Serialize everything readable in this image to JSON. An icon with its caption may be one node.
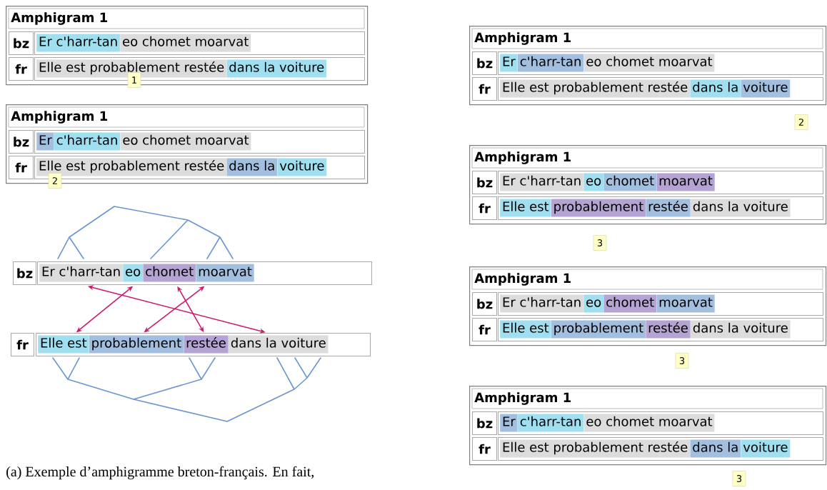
{
  "diagram": {
    "caption": "(a) Exemple d’amphigramme breton-français. En fait,",
    "nodes": [
      {
        "text": [
          "Amphigram 1"
        ]
      },
      {
        "text": [
          "bz"
        ],
        "in": 0
      },
      {
        "text": [],
        "shape": "box",
        "in": 0
      },
      {
        "text": [
          "Er c'harr-tan"
        ],
        "in": 2
      },
      {
        "text": [
          "eo chomet moarvat"
        ],
        "in": 2
      },
      {
        "text": [
          "fr"
        ],
        "in": 0
      },
      {
        "text": [],
        "shape": "box",
        "in": 0
      },
      {
        "text": [
          "Elle est probablement restée"
        ],
        "in": 6
      },
      {
        "text": [
          "dans la voiture"
        ],
        "in": 6
      },
      {
        "text": [
          "1"
        ]
      },
      {
        "text": [
          "Amphigram 1"
        ]
      },
      {
        "text": [
          "bz"
        ],
        "in": 10
      },
      {
        "text": [],
        "shape": "box",
        "in": 10
      },
      {
        "text": [
          "Er"
        ],
        "in": 12
      },
      {
        "text": [
          "c'harr-tan"
        ],
        "in": 12
      },
      {
        "text": [
          "eo chomet moarvat"
        ],
        "in": 12
      },
      {
        "text": [
          "fr"
        ],
        "in": 10
      },
      {
        "text": [],
        "shape": "box",
        "in": 10
      },
      {
        "text": [
          "Elle est probablement restée"
        ],
        "in": 17
      },
      {
        "text": [
          "dans la"
        ],
        "in": 17
      },
      {
        "text": [
          "voiture"
        ],
        "in": 17
      },
      {
        "text": [
          "2"
        ]
      },
      {
        "text": [
          "bz"
        ]
      },
      {
        "text": [],
        "shape": "box"
      },
      {
        "text": [
          "Er c'harr-tan"
        ],
        "in": 23
      },
      {
        "text": [
          "eo"
        ],
        "in": 23
      },
      {
        "text": [
          "chomet"
        ],
        "in": 23
      },
      {
        "text": [
          "moarvat"
        ],
        "in": 23
      },
      {
        "text": [
          "fr"
        ]
      },
      {
        "text": [],
        "shape": "box"
      },
      {
        "text": [
          "Elle est"
        ],
        "in": 29
      },
      {
        "text": [
          "probablement"
        ],
        "in": 29
      },
      {
        "text": [
          "restée"
        ],
        "in": 29
      },
      {
        "text": [
          "dans la voiture"
        ],
        "in": 29
      },
      {
        "text": [
          "Amphigram 1"
        ]
      },
      {
        "text": [
          "bz"
        ],
        "in": 34
      },
      {
        "text": [],
        "shape": "box",
        "in": 34
      },
      {
        "text": [
          "Er"
        ],
        "in": 36
      },
      {
        "text": [
          "c'harr-tan"
        ],
        "in": 36
      },
      {
        "text": [
          "eo chomet moarvat"
        ],
        "in": 36
      },
      {
        "text": [
          "fr"
        ],
        "in": 34
      },
      {
        "text": [],
        "shape": "box",
        "in": 34
      },
      {
        "text": [
          "Elle est probablement restée"
        ],
        "in": 41
      },
      {
        "text": [
          "dans la"
        ],
        "in": 41
      },
      {
        "text": [
          "voiture"
        ],
        "in": 41
      },
      {
        "text": [
          "2"
        ]
      },
      {
        "text": [
          "Amphigram 1"
        ]
      },
      {
        "text": [
          "bz"
        ],
        "in": 46
      },
      {
        "text": [],
        "shape": "box",
        "in": 46
      },
      {
        "text": [
          "Er c'harr-tan"
        ],
        "in": 48
      },
      {
        "text": [
          "eo"
        ],
        "in": 48
      },
      {
        "text": [
          "chomet"
        ],
        "in": 48
      },
      {
        "text": [
          "moarvat"
        ],
        "in": 48
      },
      {
        "text": [
          "fr"
        ],
        "in": 46
      },
      {
        "text": [],
        "shape": "box",
        "in": 46
      },
      {
        "text": [
          "Elle est"
        ],
        "in": 54
      },
      {
        "text": [
          "probablement"
        ],
        "in": 54
      },
      {
        "text": [
          "restée"
        ],
        "in": 54
      },
      {
        "text": [
          "dans la voiture"
        ],
        "in": 54
      },
      {
        "text": [
          "3"
        ]
      },
      {
        "text": [
          "Amphigram 1"
        ]
      },
      {
        "text": [
          "bz"
        ],
        "in": 60
      },
      {
        "text": [],
        "shape": "box",
        "in": 60
      },
      {
        "text": [
          "Er c'harr-tan"
        ],
        "in": 62
      },
      {
        "text": [
          "eo"
        ],
        "in": 62
      },
      {
        "text": [
          "chomet"
        ],
        "in": 62
      },
      {
        "text": [
          "moarvat"
        ],
        "in": 62
      },
      {
        "text": [
          "fr"
        ],
        "in": 60
      },
      {
        "text": [],
        "shape": "box",
        "in": 60
      },
      {
        "text": [
          "Elle est"
        ],
        "in": 68
      },
      {
        "text": [
          "probablement"
        ],
        "in": 68
      },
      {
        "text": [
          "restée"
        ],
        "in": 68
      },
      {
        "text": [
          "dans la voiture"
        ],
        "in": 68
      },
      {
        "text": [
          "3"
        ]
      },
      {
        "text": [
          "Amphigram 1"
        ]
      },
      {
        "text": [
          "bz"
        ],
        "in": 74
      },
      {
        "text": [],
        "shape": "box",
        "in": 74
      },
      {
        "text": [
          "Er"
        ],
        "in": 76
      },
      {
        "text": [
          "c'harr-tan"
        ],
        "in": 76
      },
      {
        "text": [
          "eo chomet moarvat"
        ],
        "in": 76
      },
      {
        "text": [
          "fr"
        ],
        "in": 74
      },
      {
        "text": [],
        "shape": "box",
        "in": 74
      },
      {
        "text": [
          "Elle est probablement restée"
        ],
        "in": 81
      },
      {
        "text": [
          "dans la"
        ],
        "in": 81
      },
      {
        "text": [
          "voiture"
        ],
        "in": 81
      },
      {
        "text": [
          "3"
        ]
      }
    ],
    "edges": [
      {
        "from": 24,
        "to": 33,
        "arrow": "both"
      },
      {
        "from": 25,
        "to": 30,
        "arrow": "both"
      },
      {
        "from": 26,
        "to": 32,
        "arrow": "both"
      },
      {
        "from": 27,
        "to": 31,
        "arrow": "both"
      }
    ]
  }
}
